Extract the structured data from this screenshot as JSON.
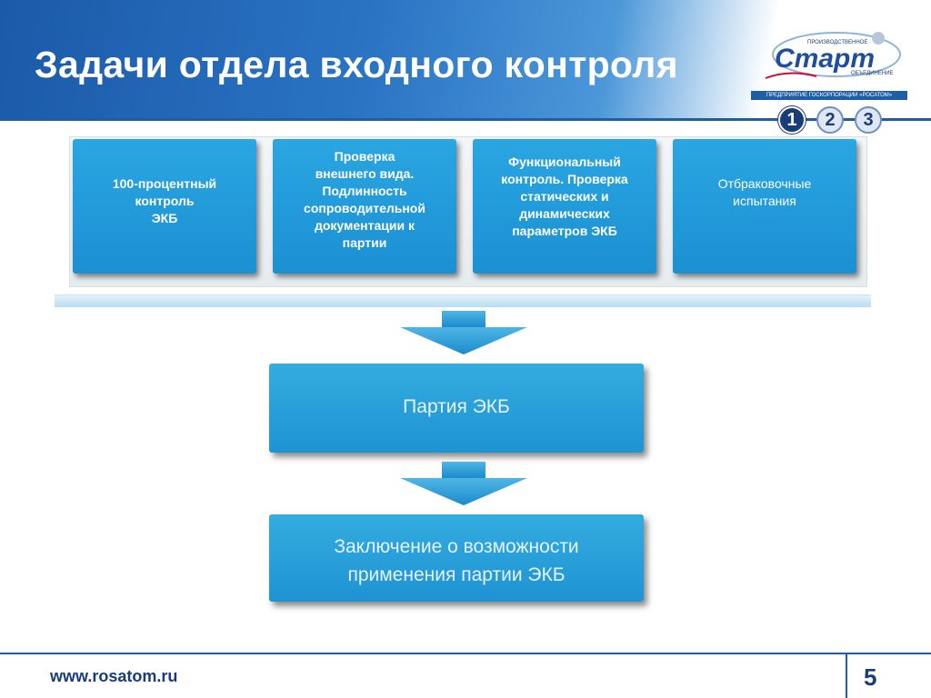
{
  "slide": {
    "title": "Задачи отдела входного контроля"
  },
  "logo": {
    "line1": "ПРОИЗВОДСТВЕННОЕ",
    "wordmark": "Старт",
    "line2": "ОБЪЕДИНЕНИЕ",
    "subtitle": "ПРЕДПРИЯТИЕ ГОСКОРПОРАЦИИ «РОСАТОМ»"
  },
  "nav": {
    "pages": [
      "1",
      "2",
      "3"
    ],
    "active": "1"
  },
  "tasks": [
    {
      "text": "100-процентный контроль ЭКБ",
      "lines": [
        "100-процентный",
        "контроль",
        "ЭКБ"
      ]
    },
    {
      "text": "Проверка внешнего вида. Подлинность сопроводительной документации к партии",
      "lines": [
        "Проверка",
        "внешнего вида.",
        "Подлинность",
        "сопроводительной",
        "документации к",
        "партии"
      ]
    },
    {
      "text": "Функциональный контроль. Проверка статических и динамических параметров ЭКБ",
      "lines": [
        "Функциональный",
        "контроль. Проверка",
        "статических и",
        "динамических",
        "параметров ЭКБ"
      ]
    },
    {
      "text": "Отбраковочные испытания",
      "lines": [
        "Отбраковочные",
        "испытания"
      ]
    }
  ],
  "results": [
    {
      "lines": [
        "Партия ЭКБ"
      ]
    },
    {
      "lines": [
        "Заключение о возможности",
        "применения партии ЭКБ"
      ]
    }
  ],
  "colors": {
    "header_blue": "#1b5aa8",
    "box_blue": "#1f93d3",
    "text_navy": "#1a3c78"
  },
  "footer": {
    "url": "www.rosatom.ru",
    "page_number": "5"
  }
}
